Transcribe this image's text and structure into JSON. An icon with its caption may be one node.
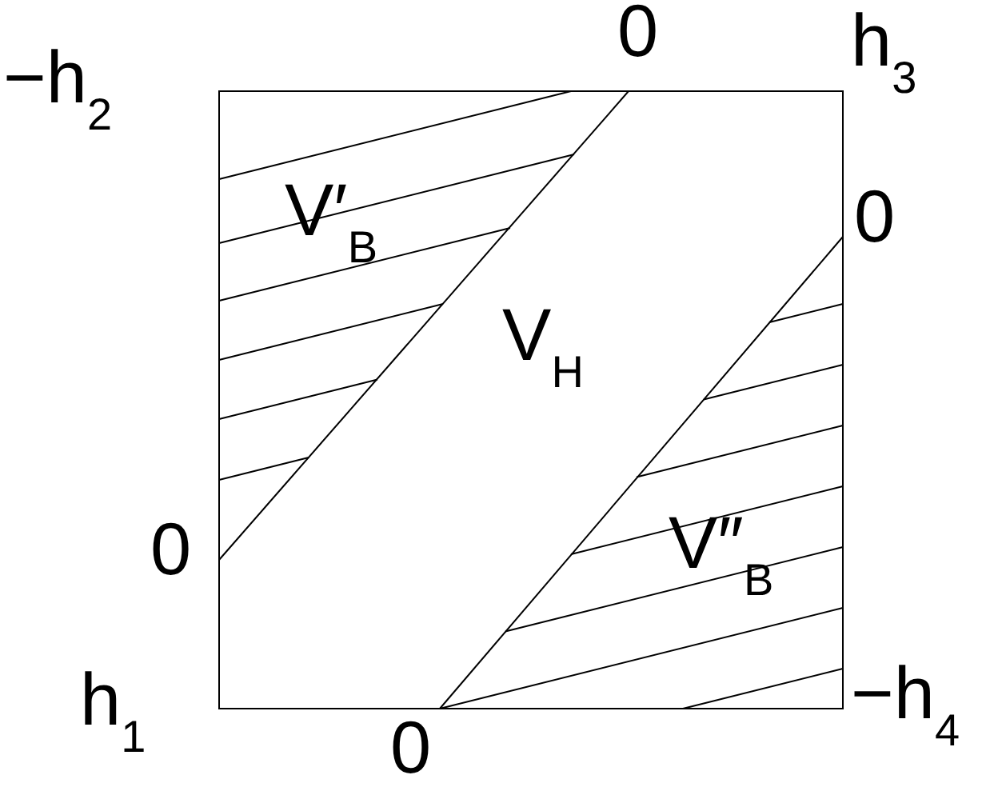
{
  "diagram": {
    "labels": [
      "−h$_{2}$",
      "0",
      "h$_{3}$",
      "V′$_{B}$",
      "0",
      "V$_{H}$",
      "0",
      "V″$_{B}$",
      "h$_{1}$",
      "0",
      "−h$_{4}$"
    ]
  }
}
